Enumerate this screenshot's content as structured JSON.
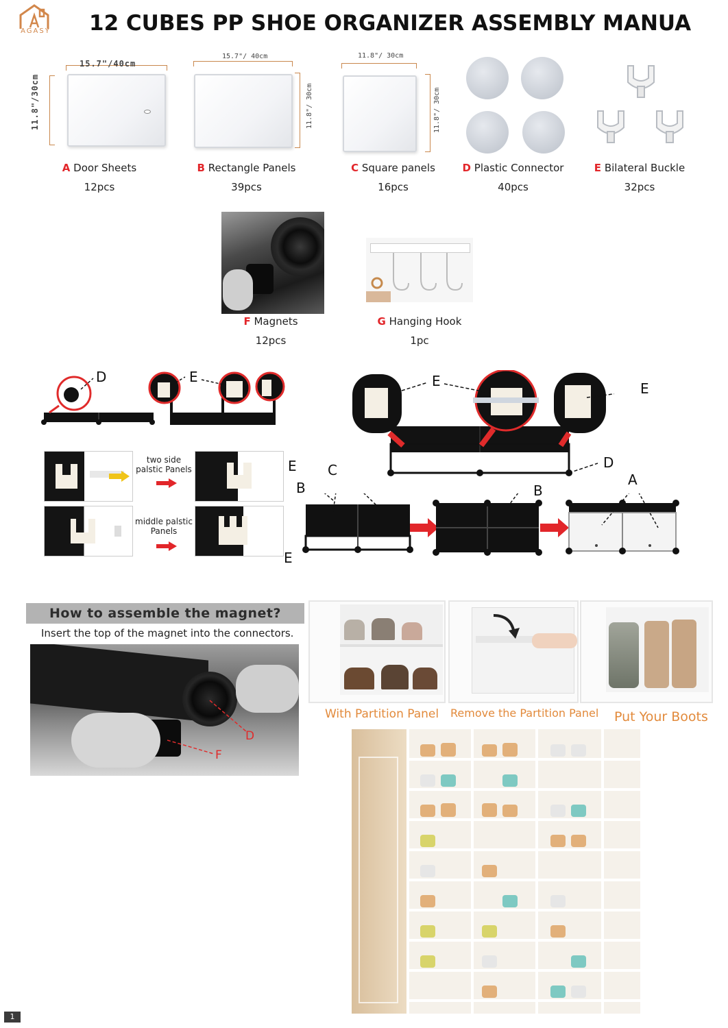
{
  "header": {
    "brand": "AGASY",
    "title": "12 CUBES PP SHOE ORGANIZER ASSEMBLY MANUA"
  },
  "parts": [
    {
      "letter": "A",
      "name": "Door Sheets",
      "qty": "12pcs",
      "dim_w": "15.7\"/40cm",
      "dim_h": "11.8\"/30cm"
    },
    {
      "letter": "B",
      "name": "Rectangle Panels",
      "qty": "39pcs",
      "dim_w": "15.7\"/ 40cm",
      "dim_h": "11.8\"/ 30cm"
    },
    {
      "letter": "C",
      "name": "Square panels",
      "qty": "16pcs",
      "dim_w": "11.8\"/ 30cm",
      "dim_h": "11.8\"/ 30cm"
    },
    {
      "letter": "D",
      "name": "Plastic Connector",
      "qty": "40pcs"
    },
    {
      "letter": "E",
      "name": "Bilateral Buckle",
      "qty": "32pcs"
    },
    {
      "letter": "F",
      "name": "Magnets",
      "qty": "12pcs"
    },
    {
      "letter": "G",
      "name": "Hanging Hook",
      "qty": "1pc"
    }
  ],
  "assembly": {
    "callouts": [
      "D",
      "E",
      "E",
      "E",
      "D",
      "B",
      "C",
      "B",
      "A",
      "E",
      "E"
    ],
    "note_two_side": "two side palstic Panels",
    "note_middle": "middle palstic Panels"
  },
  "magnet": {
    "title": "How to assemble the magnet?",
    "subtitle": "Insert the top of the magnet into the connectors.",
    "callout_d": "D",
    "callout_f": "F"
  },
  "captions": {
    "with_partition": "With Partition Panel",
    "remove_partition": "Remove the Partition Panel",
    "boots": "Put Your Boots"
  },
  "footer": {
    "page": "1"
  },
  "colors": {
    "accent_red": "#e2262a",
    "orange": "#e28a3b",
    "bracket": "#c9874c"
  }
}
